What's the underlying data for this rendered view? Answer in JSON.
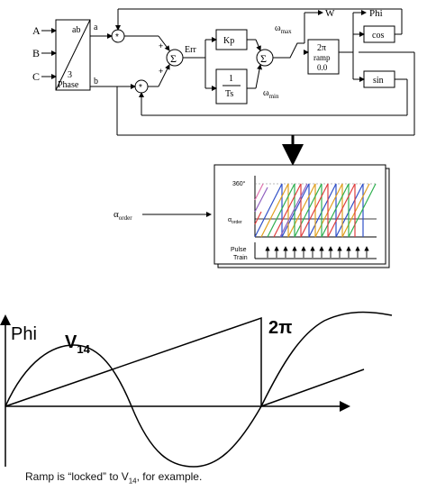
{
  "block_diagram": {
    "inputs": [
      "A",
      "B",
      "C"
    ],
    "phase_block": {
      "top_label": "ab",
      "num_label": "3",
      "name_label": "Phase",
      "out_b": "b"
    },
    "signal_a": "a",
    "multiplier_symbol": "*",
    "sum_symbol": "Σ",
    "err_label": "Err",
    "kp_label": "Kp",
    "integrator_num": "1",
    "integrator_den": "Ts",
    "omega_max": "ω",
    "omega_max_sub": "max",
    "omega_min": "ω",
    "omega_min_sub": "min",
    "ramp": {
      "line1": "2π",
      "line2": "ramp",
      "line3": "0.0"
    },
    "out_w": "W",
    "out_phi": "Phi",
    "cos_label": "cos",
    "sin_label": "sin",
    "plus": "+",
    "minus": "−"
  },
  "pulse_diagram": {
    "top_value": "360°",
    "alpha_symbol": "α",
    "alpha_sub": "order",
    "pulse_label_1": "Pulse",
    "pulse_label_2": "Train",
    "alpha_input_symbol": "α",
    "alpha_input_sub": "order"
  },
  "waveform": {
    "phi_label": "Phi",
    "v_label": "V",
    "v_sub": "14",
    "two_pi_label": "2π"
  },
  "caption": {
    "pre": "Ramp is “locked” to V",
    "sub": "14",
    "post": ", for example."
  }
}
